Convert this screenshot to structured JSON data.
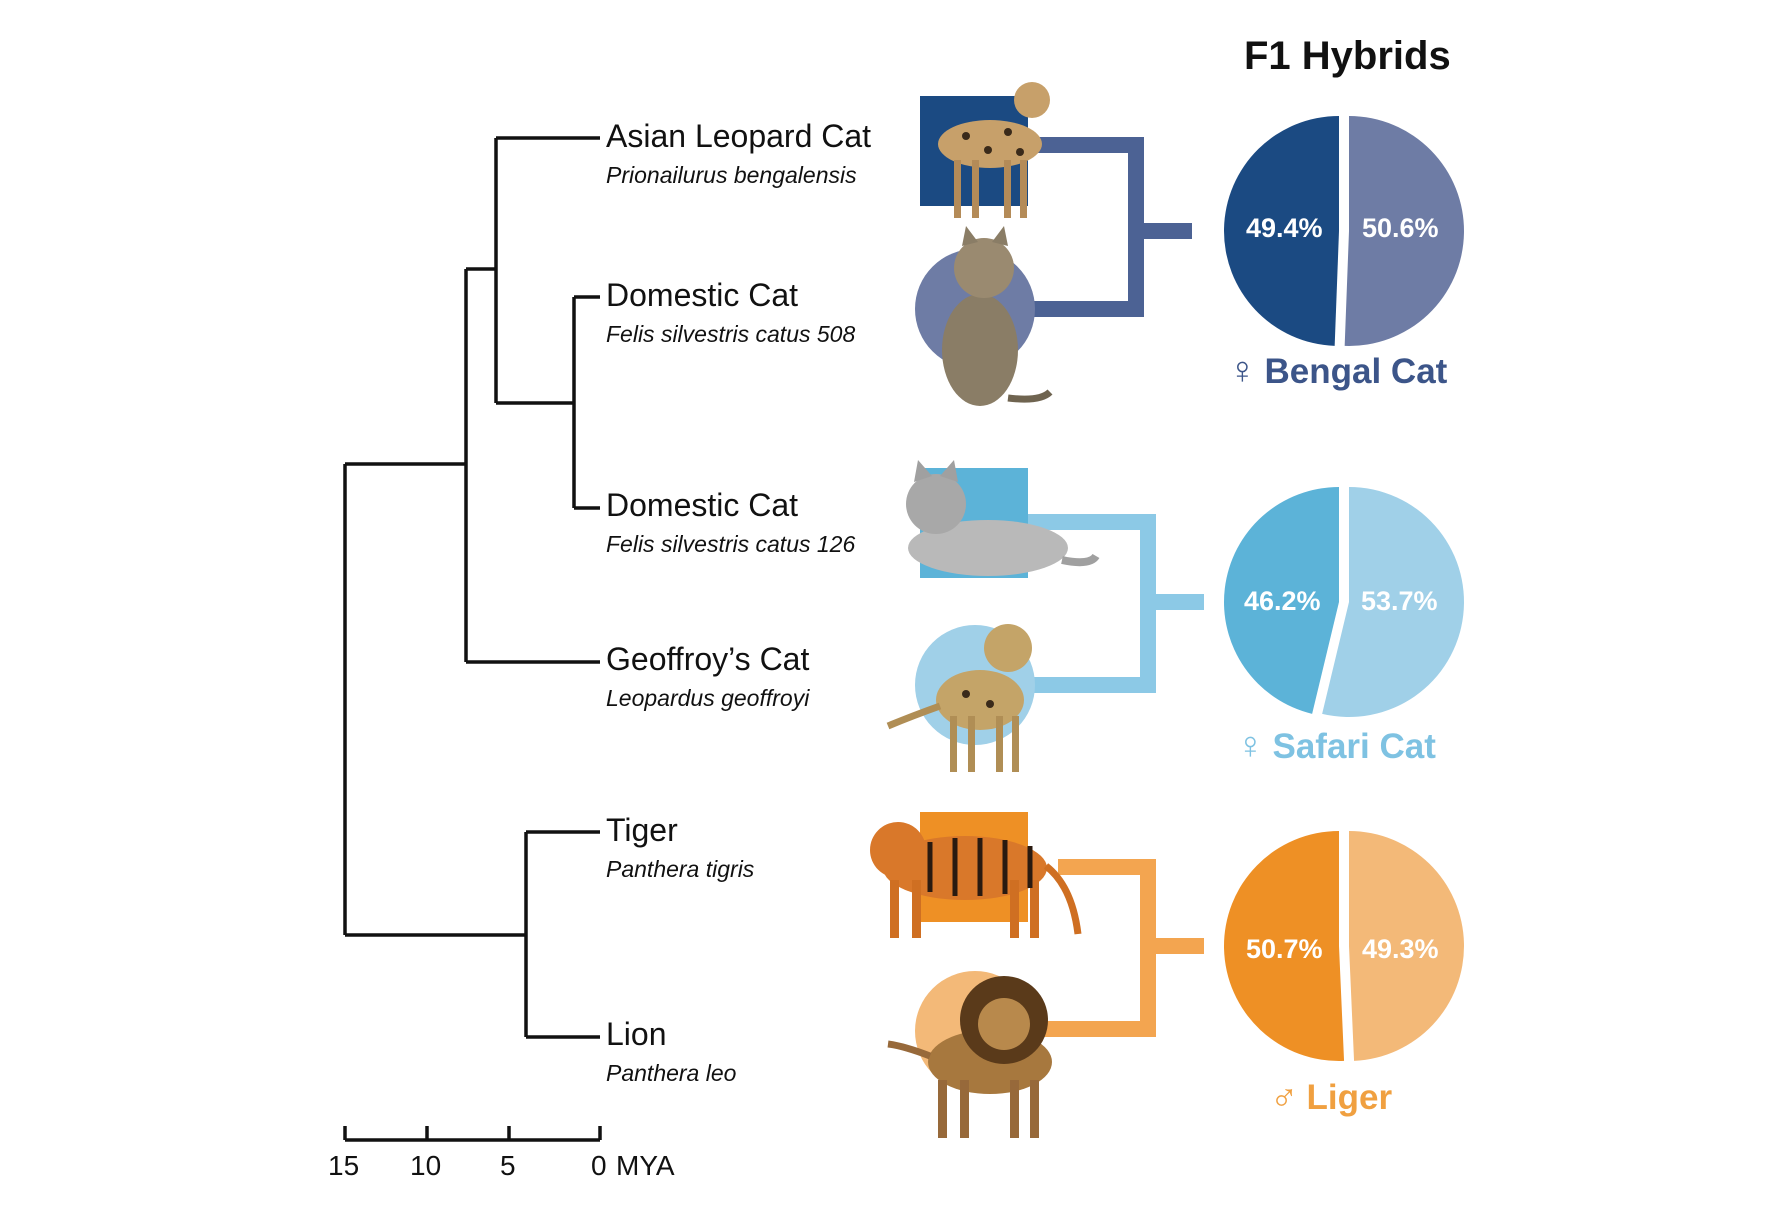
{
  "title": "F1 Hybrids",
  "taxa": [
    {
      "common": "Asian Leopard Cat",
      "scientific": "Prionailurus bengalensis"
    },
    {
      "common": "Domestic Cat",
      "scientific": "Felis silvestris catus 508"
    },
    {
      "common": "Domestic Cat",
      "scientific": "Felis silvestris catus 126"
    },
    {
      "common": "Geoffroy’s Cat",
      "scientific": "Leopardus geoffroyi"
    },
    {
      "common": "Tiger",
      "scientific": "Panthera tigris"
    },
    {
      "common": "Lion",
      "scientific": "Panthera leo"
    }
  ],
  "axis": {
    "ticks": [
      "15",
      "10",
      "5",
      "0"
    ],
    "unit": "MYA"
  },
  "hybrids": [
    {
      "name": "Bengal Cat",
      "sex_symbol": "♀",
      "sex": "female",
      "parent1_pct": "49.4%",
      "parent2_pct": "50.6%",
      "parent1_share": 49.4,
      "parent2_share": 50.6,
      "color_dark": "#1b4a82",
      "color_light": "#6e7ca5",
      "text_color": "#3c5589"
    },
    {
      "name": "Safari Cat",
      "sex_symbol": "♀",
      "sex": "female",
      "parent1_pct": "46.2%",
      "parent2_pct": "53.7%",
      "parent1_share": 46.2,
      "parent2_share": 53.7,
      "color_dark": "#5cb3d8",
      "color_light": "#a0d0e8",
      "text_color": "#7ec2e2"
    },
    {
      "name": "Liger",
      "sex_symbol": "♂",
      "sex": "male",
      "parent1_pct": "50.7%",
      "parent2_pct": "49.3%",
      "parent1_share": 50.7,
      "parent2_share": 49.3,
      "color_dark": "#ee9025",
      "color_light": "#f3b978",
      "text_color": "#f0a040"
    }
  ],
  "icons": [
    "leopard-cat-icon",
    "domestic-cat-icon",
    "tabby-cat-icon",
    "geoffroys-cat-icon",
    "tiger-icon",
    "lion-icon"
  ]
}
